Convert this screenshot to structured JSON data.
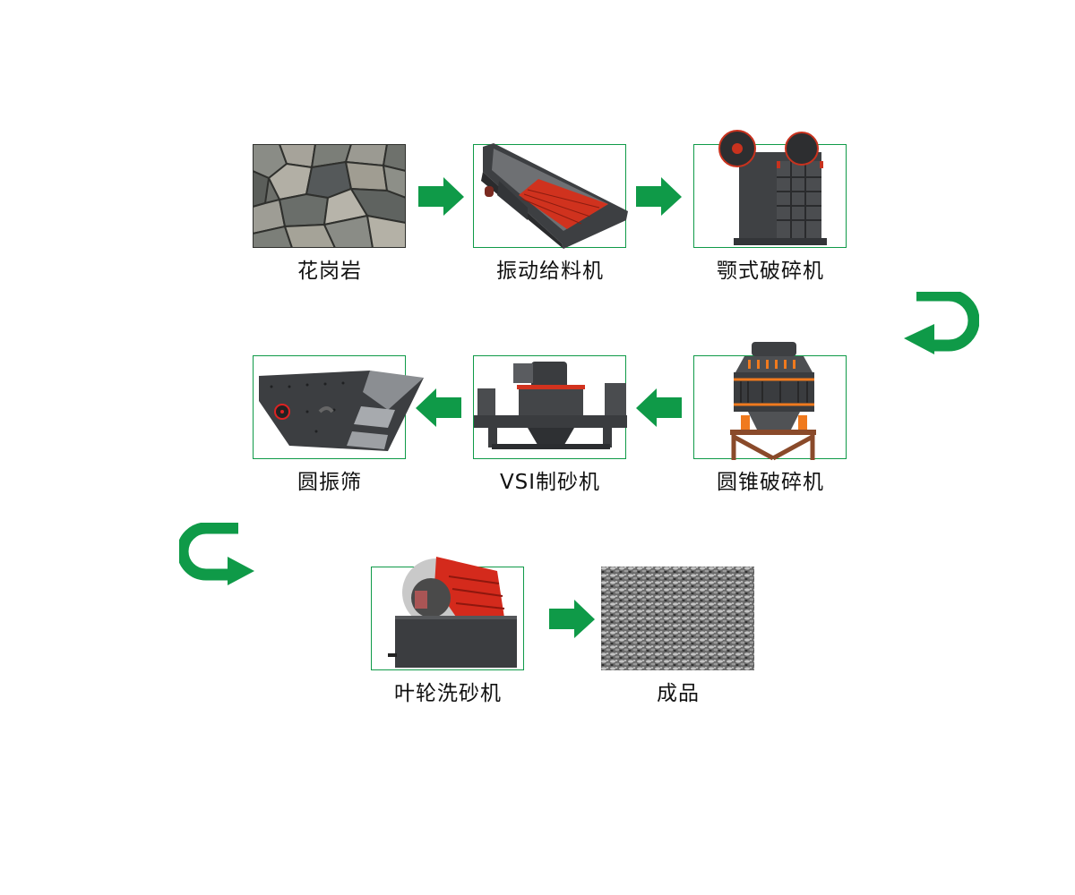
{
  "diagram": {
    "title": "",
    "accent_color": "#0f9a48",
    "steps": [
      {
        "id": 1,
        "label": "花岗岩",
        "kind": "raw-material"
      },
      {
        "id": 2,
        "label": "振动给料机",
        "kind": "machine"
      },
      {
        "id": 3,
        "label": "颚式破碎机",
        "kind": "machine"
      },
      {
        "id": 4,
        "label": "圆锥破碎机",
        "kind": "machine"
      },
      {
        "id": 5,
        "label": "VSI制砂机",
        "kind": "machine"
      },
      {
        "id": 6,
        "label": "圆振筛",
        "kind": "machine"
      },
      {
        "id": 7,
        "label": "叶轮洗砂机",
        "kind": "machine"
      },
      {
        "id": 8,
        "label": "成品",
        "kind": "product"
      }
    ],
    "flow": [
      {
        "from": 1,
        "to": 2,
        "direction": "right"
      },
      {
        "from": 2,
        "to": 3,
        "direction": "right"
      },
      {
        "from": 3,
        "to": 4,
        "direction": "u-turn-left"
      },
      {
        "from": 4,
        "to": 5,
        "direction": "left"
      },
      {
        "from": 5,
        "to": 6,
        "direction": "left"
      },
      {
        "from": 6,
        "to": 7,
        "direction": "u-turn-right"
      },
      {
        "from": 7,
        "to": 8,
        "direction": "right"
      }
    ]
  }
}
